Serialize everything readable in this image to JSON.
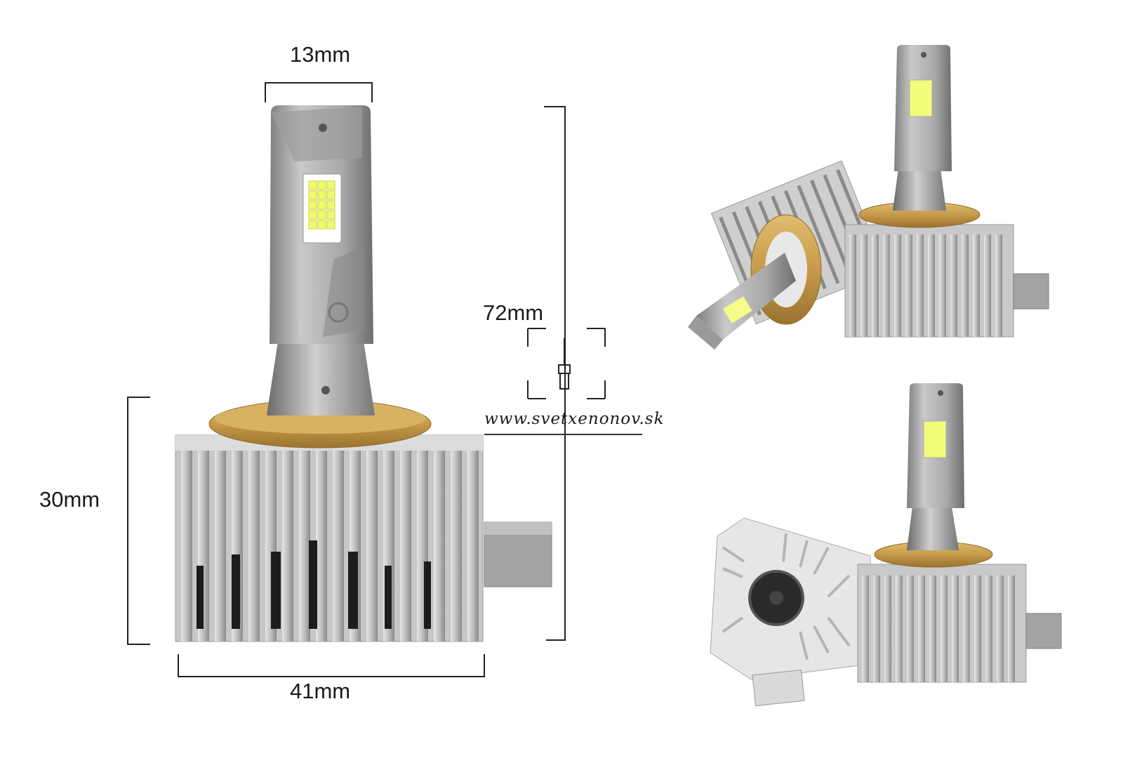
{
  "dimensions": {
    "top_width": "13mm",
    "total_height": "72mm",
    "base_height": "30mm",
    "base_width": "41mm"
  },
  "watermark": "www.svetxenonov.sk",
  "icons": [
    "bulb-crosshair-icon"
  ],
  "colors": {
    "aluminum": "#b4b4b4",
    "dark_aluminum": "#8c8c8c",
    "gold_ring": "#c59b4a",
    "led_chip": "#f4fb7a",
    "line": "#222222"
  }
}
